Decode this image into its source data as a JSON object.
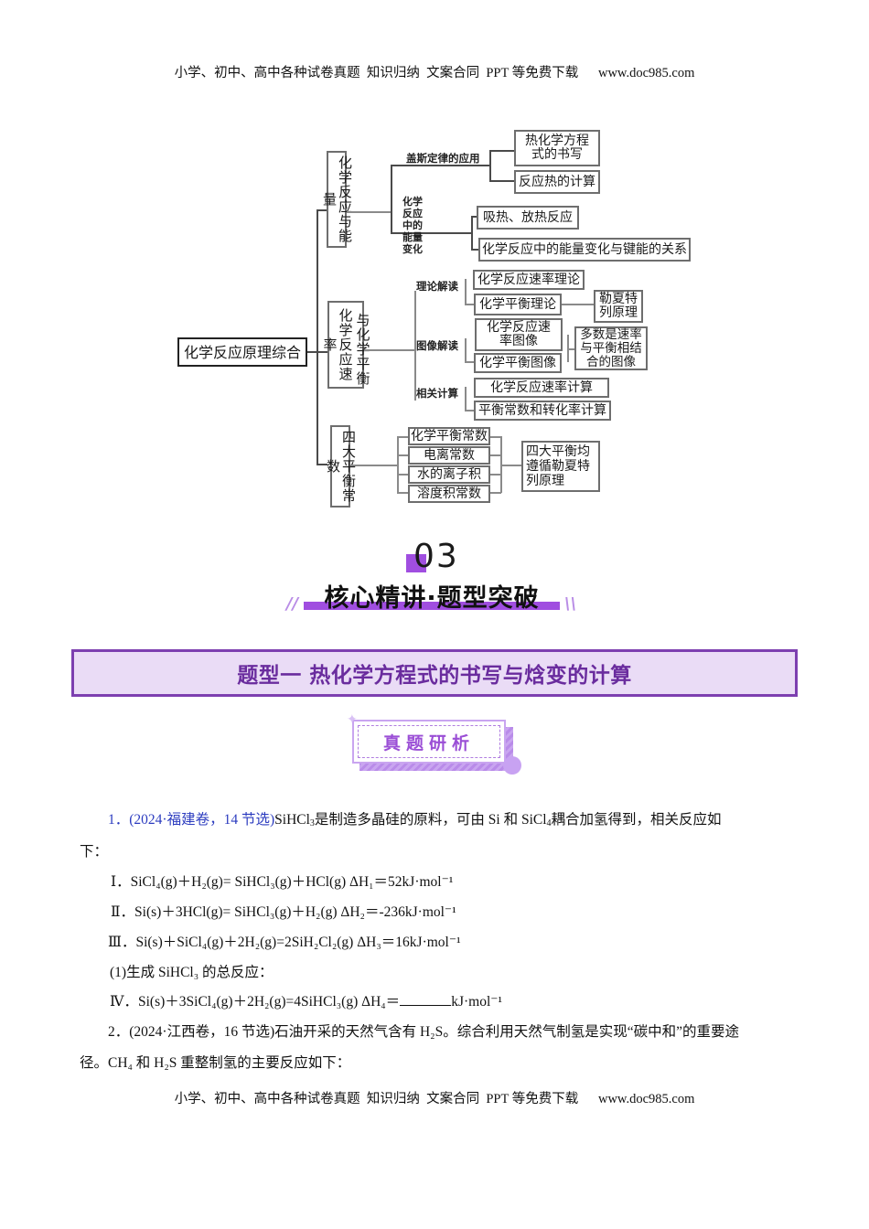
{
  "page_header": "小学、初中、高中各种试卷真题  知识归纳  文案合同  PPT 等免费下载      www.doc985.com",
  "page_footer": "小学、初中、高中各种试卷真题  知识归纳  文案合同  PPT 等免费下载      www.doc985.com",
  "mindmap": {
    "root": "化学反应原理综合",
    "branches": [
      {
        "label": "化学反应与能量",
        "sub": [
          {
            "label": "盖斯定律的应用",
            "leaves": [
              "热化学方程式的书写",
              "反应热的计算"
            ]
          },
          {
            "label": "化学反应中的能量变化",
            "leaves": [
              "吸热、放热反应",
              "化学反应中的能量变化与键能的关系"
            ]
          }
        ]
      },
      {
        "label_col1": "化学反应速率",
        "label_col2": "与化学平衡",
        "sub": [
          {
            "label": "理论解读",
            "leaves": [
              "化学反应速率理论",
              "化学平衡理论"
            ],
            "extra": "勒夏特列原理"
          },
          {
            "label": "图像解读",
            "leaves": [
              "化学反应速率图像",
              "化学平衡图像"
            ],
            "extra": "多数是速率与平衡相结合的图像"
          },
          {
            "label": "相关计算",
            "leaves": [
              "化学反应速率计算",
              "平衡常数和转化率计算"
            ]
          }
        ]
      },
      {
        "label": "四大平衡常数",
        "leaves": [
          "化学平衡常数",
          "电离常数",
          "水的离子积",
          "溶度积常数"
        ],
        "summary": "四大平衡均遵循勒夏特列原理"
      }
    ]
  },
  "section": {
    "number": "03",
    "title": "核心精讲·题型突破",
    "slash_left": "//",
    "slash_right": "\\\\"
  },
  "question_type": {
    "title": "题型一 热化学方程式的书写与焓变的计算"
  },
  "sub_badge": "真题研析",
  "problems": {
    "p1": {
      "number": "1．",
      "source": "(2024·福建卷，14 节选)",
      "intro_a": "SiHCl",
      "intro_a_sub": "3",
      "intro_b": "是制造多晶硅的原料，可由  Si 和 SiCl",
      "intro_b_sub": "4",
      "intro_c": "耦合加氢得到，相关反应如",
      "intro_line2": "下：",
      "reactions": [
        {
          "label": "Ⅰ．",
          "text": "SiCl₄(g)＋H₂(g)= SiHCl₃(g)＋HCl(g)  ΔH₁＝52kJ·mol⁻¹"
        },
        {
          "label": "Ⅱ．",
          "text": "Si(s)＋3HCl(g)= SiHCl₃(g)＋H₂(g)  ΔH₂＝-236kJ·mol⁻¹"
        },
        {
          "label": "Ⅲ．",
          "text": "Si(s)＋SiCl₄(g)＋2H₂(g)=2SiH₂Cl₂(g)  ΔH₃＝16kJ·mol⁻¹"
        }
      ],
      "q1": "(1)生成 SiHCl₃ 的总反应：",
      "reaction4_label": "Ⅳ．",
      "reaction4_text": "Si(s)＋3SiCl₄(g)＋2H₂(g)=4SiHCl₃(g)  ΔH₄＝",
      "reaction4_unit": "kJ·mol⁻¹"
    },
    "p2": {
      "line1": "2．(2024·江西卷，16 节选)石油开采的天然气含有 H₂S。综合利用天然气制氢是实现“碳中和”的重要途",
      "line2": "径。CH₄ 和 H₂S 重整制氢的主要反应如下："
    }
  }
}
